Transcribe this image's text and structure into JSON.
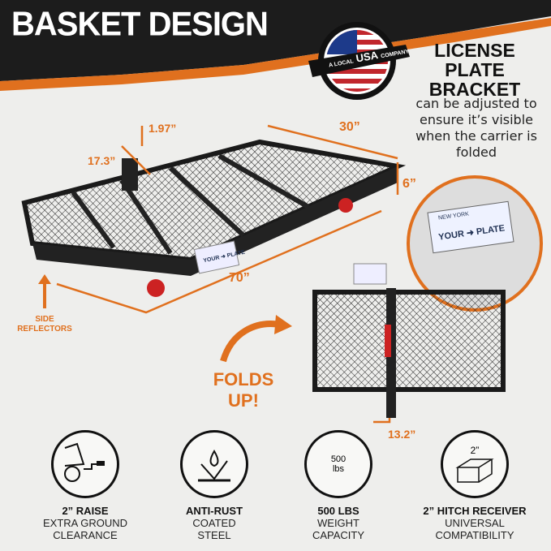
{
  "title": "BASKET DESIGN",
  "badge": {
    "text_left": "A LOCAL",
    "text_main": "USA",
    "text_right": "COMPANY"
  },
  "license_plate": {
    "title_lines": [
      "LICENSE",
      "PLATE",
      "BRACKET"
    ],
    "description": "can be adjusted to ensure it’s visible when the carrier is folded"
  },
  "dimensions": {
    "d1": "1.97”",
    "d2": "17.3”",
    "d3": "30”",
    "d4": "6”",
    "d5": "70”",
    "d6": "13.2”"
  },
  "plate": {
    "state": "NEW YORK",
    "text": "YOUR ➜ PLATE"
  },
  "side_reflectors": "SIDE REFLECTORS",
  "folds_up": "FOLDS UP!",
  "features": [
    {
      "head": "2” RAISE",
      "sub1": "EXTRA GROUND",
      "sub2": "CLEARANCE"
    },
    {
      "head": "ANTI-RUST",
      "sub1": "COATED",
      "sub2": "STEEL"
    },
    {
      "head": "500 LBS",
      "sub1": "WEIGHT",
      "sub2": "CAPACITY",
      "icon_text1": "500",
      "icon_text2": "lbs"
    },
    {
      "head": "2” HITCH RECEIVER",
      "sub1": "UNIVERSAL",
      "sub2": "COMPATIBILITY",
      "icon_text": "2”"
    }
  ],
  "colors": {
    "accent": "#e0701e",
    "dark": "#1c1c1c"
  }
}
